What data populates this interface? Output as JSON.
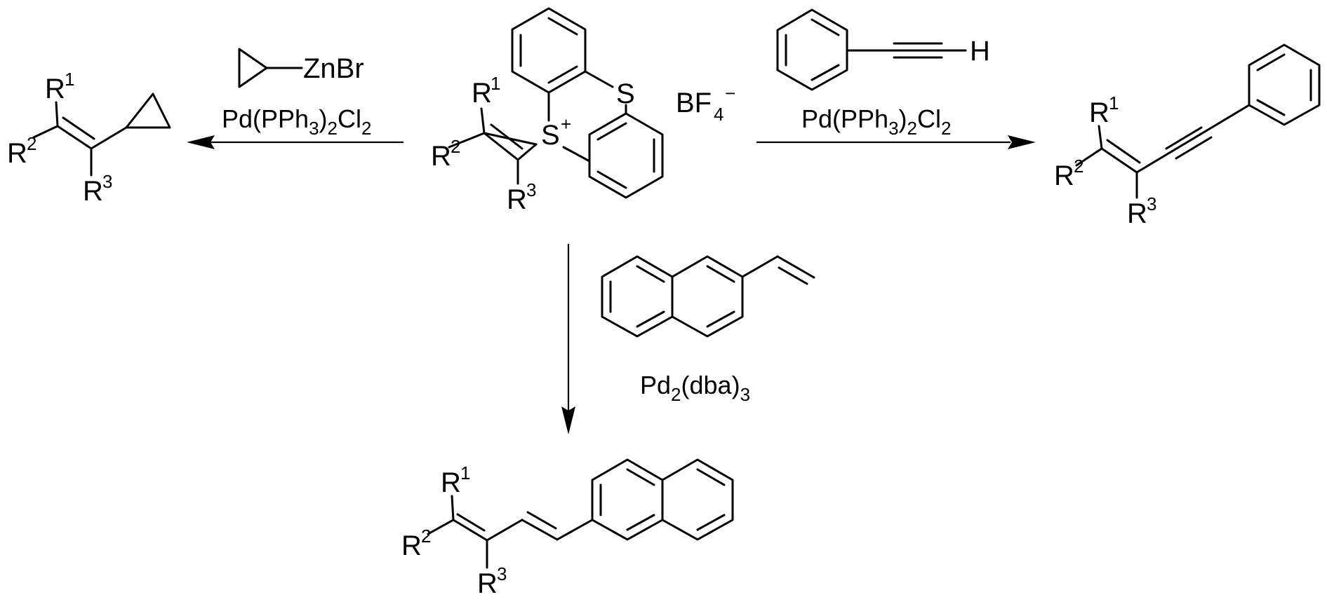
{
  "center": {
    "sulfur_ring": "S",
    "sulfonium": "S",
    "charge": "+",
    "counterion_base": "BF",
    "counterion_sub": "4",
    "counterion_charge": "−",
    "r1": "R",
    "r1_sup": "1",
    "r2": "R",
    "r2_sup": "2",
    "r3": "R",
    "r3_sup": "3"
  },
  "left": {
    "reagent_text": "ZnBr",
    "catalyst": {
      "a": "Pd(PPh",
      "b": "3",
      "c": ")",
      "d": "2",
      "e": "Cl",
      "f": "2"
    },
    "product": {
      "r1": "R",
      "r1_sup": "1",
      "r2": "R",
      "r2_sup": "2",
      "r3": "R",
      "r3_sup": "3"
    }
  },
  "right": {
    "reagent_text": "H",
    "catalyst": {
      "a": "Pd(PPh",
      "b": "3",
      "c": ")",
      "d": "2",
      "e": "Cl",
      "f": "2"
    },
    "product": {
      "r1": "R",
      "r1_sup": "1",
      "r2": "R",
      "r2_sup": "2",
      "r3": "R",
      "r3_sup": "3"
    }
  },
  "down": {
    "catalyst": {
      "a": "Pd",
      "b": "2",
      "c": "(dba)",
      "d": "3"
    },
    "product": {
      "r1": "R",
      "r1_sup": "1",
      "r2": "R",
      "r2_sup": "2",
      "r3": "R",
      "r3_sup": "3"
    }
  }
}
